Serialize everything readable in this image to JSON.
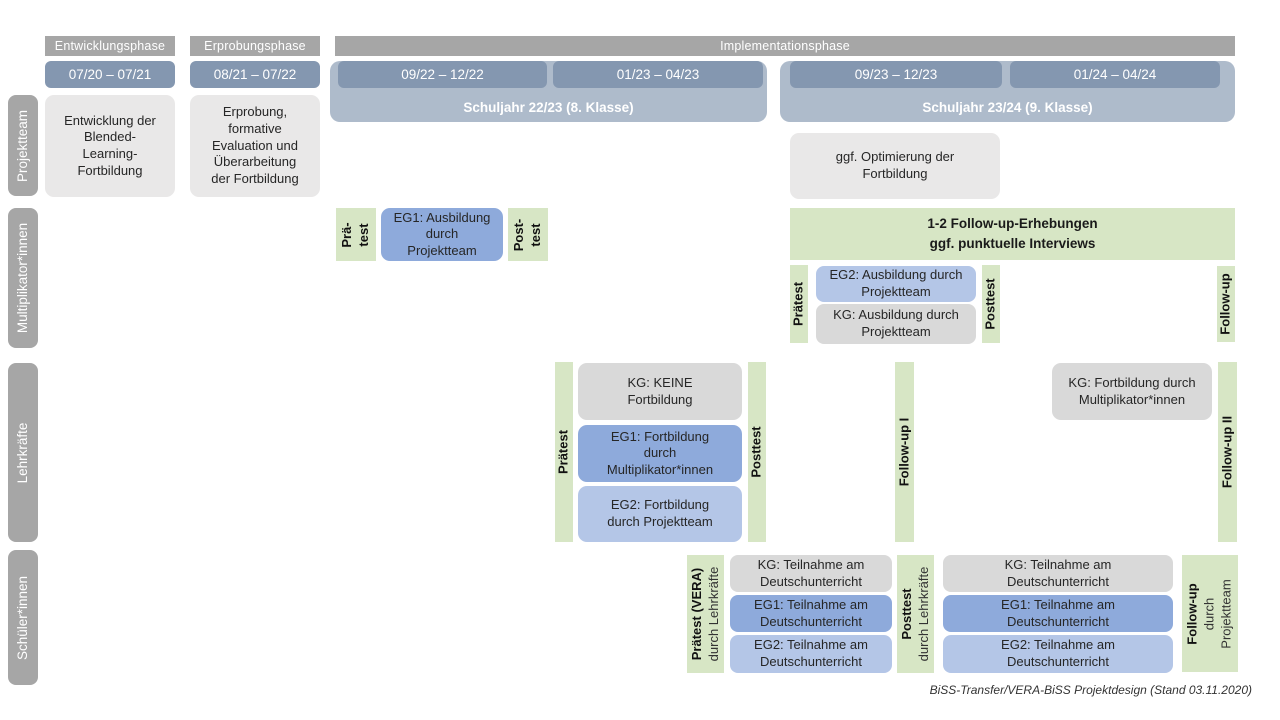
{
  "colors": {
    "phase_gray": "#a6a6a6",
    "date_blue": "#8497b0",
    "band_blue": "#aebbcb",
    "green": "#d7e6c5",
    "eg1_blue": "#8eaadb",
    "eg2_blue": "#b4c6e7",
    "kg_gray": "#d9d9d9",
    "light_gray": "#e9e8e8",
    "label_gray": "#a6a6a6",
    "text_dark": "#262626"
  },
  "phases": {
    "entwicklung": "Entwicklungsphase",
    "erprobung": "Erprobungsphase",
    "implementation": "Implementationsphase"
  },
  "dates": {
    "p1": "07/20 – 07/21",
    "p2": "08/21 – 07/22",
    "s1a": "09/22 – 12/22",
    "s1b": "01/23 – 04/23",
    "s2a": "09/23 – 12/23",
    "s2b": "01/24 – 04/24"
  },
  "school_years": {
    "sj2223": "Schuljahr 22/23 (8. Klasse)",
    "sj2324": "Schuljahr 23/24 (9. Klasse)"
  },
  "rows": {
    "projektteam": "Projektteam",
    "multiplikatoren": "Multiplikator*innen",
    "lehrkraefte": "Lehrkräfte",
    "schueler": "Schüler*innen"
  },
  "projektteam": {
    "entwicklung": "Entwicklung der\nBlended-\nLearning-\nFortbildung",
    "erprobung": "Erprobung,\nformative\nEvaluation und\nÜberarbeitung\nder Fortbildung",
    "optimierung": "ggf. Optimierung der\nFortbildung"
  },
  "multiplikatoren": {
    "praetest_line1": "Prä-",
    "praetest_line2": "test",
    "eg1": "EG1: Ausbildung\ndurch\nProjektteam",
    "posttest_line1": "Post-",
    "posttest_line2": "test",
    "followup_band": "1-2 Follow-up-Erhebungen\nggf. punktuelle Interviews",
    "praetest2": "Prätest",
    "eg2": "EG2: Ausbildung durch\nProjektteam",
    "kg": "KG: Ausbildung durch\nProjektteam",
    "posttest2": "Posttest",
    "followup": "Follow-up"
  },
  "lehrkraefte": {
    "praetest": "Prätest",
    "kg": "KG: KEINE\nFortbildung",
    "eg1": "EG1: Fortbildung\ndurch\nMultiplikator*innen",
    "eg2": "EG2: Fortbildung\ndurch Projektteam",
    "posttest": "Posttest",
    "followup1": "Follow-up I",
    "kg2": "KG: Fortbildung durch\nMultiplikator*innen",
    "followup2": "Follow-up II"
  },
  "schueler": {
    "praetest_main": "Prätest (VERA)",
    "praetest_sub": "durch Lehrkräfte",
    "kg1": "KG: Teilnahme am\nDeutschunterricht",
    "eg1a": "EG1: Teilnahme am\nDeutschunterricht",
    "eg2a": "EG2: Teilnahme am\nDeutschunterricht",
    "posttest_main": "Posttest",
    "posttest_sub": "durch Lehrkräfte",
    "kg2": "KG: Teilnahme am\nDeutschunterricht",
    "eg1b": "EG1: Teilnahme am\nDeutschunterricht",
    "eg2b": "EG2: Teilnahme am\nDeutschunterricht",
    "followup_main": "Follow-up",
    "followup_sub1": "durch",
    "followup_sub2": "Projektteam"
  },
  "caption": "BiSS-Transfer/VERA-BiSS Projektdesign (Stand 03.11.2020)"
}
